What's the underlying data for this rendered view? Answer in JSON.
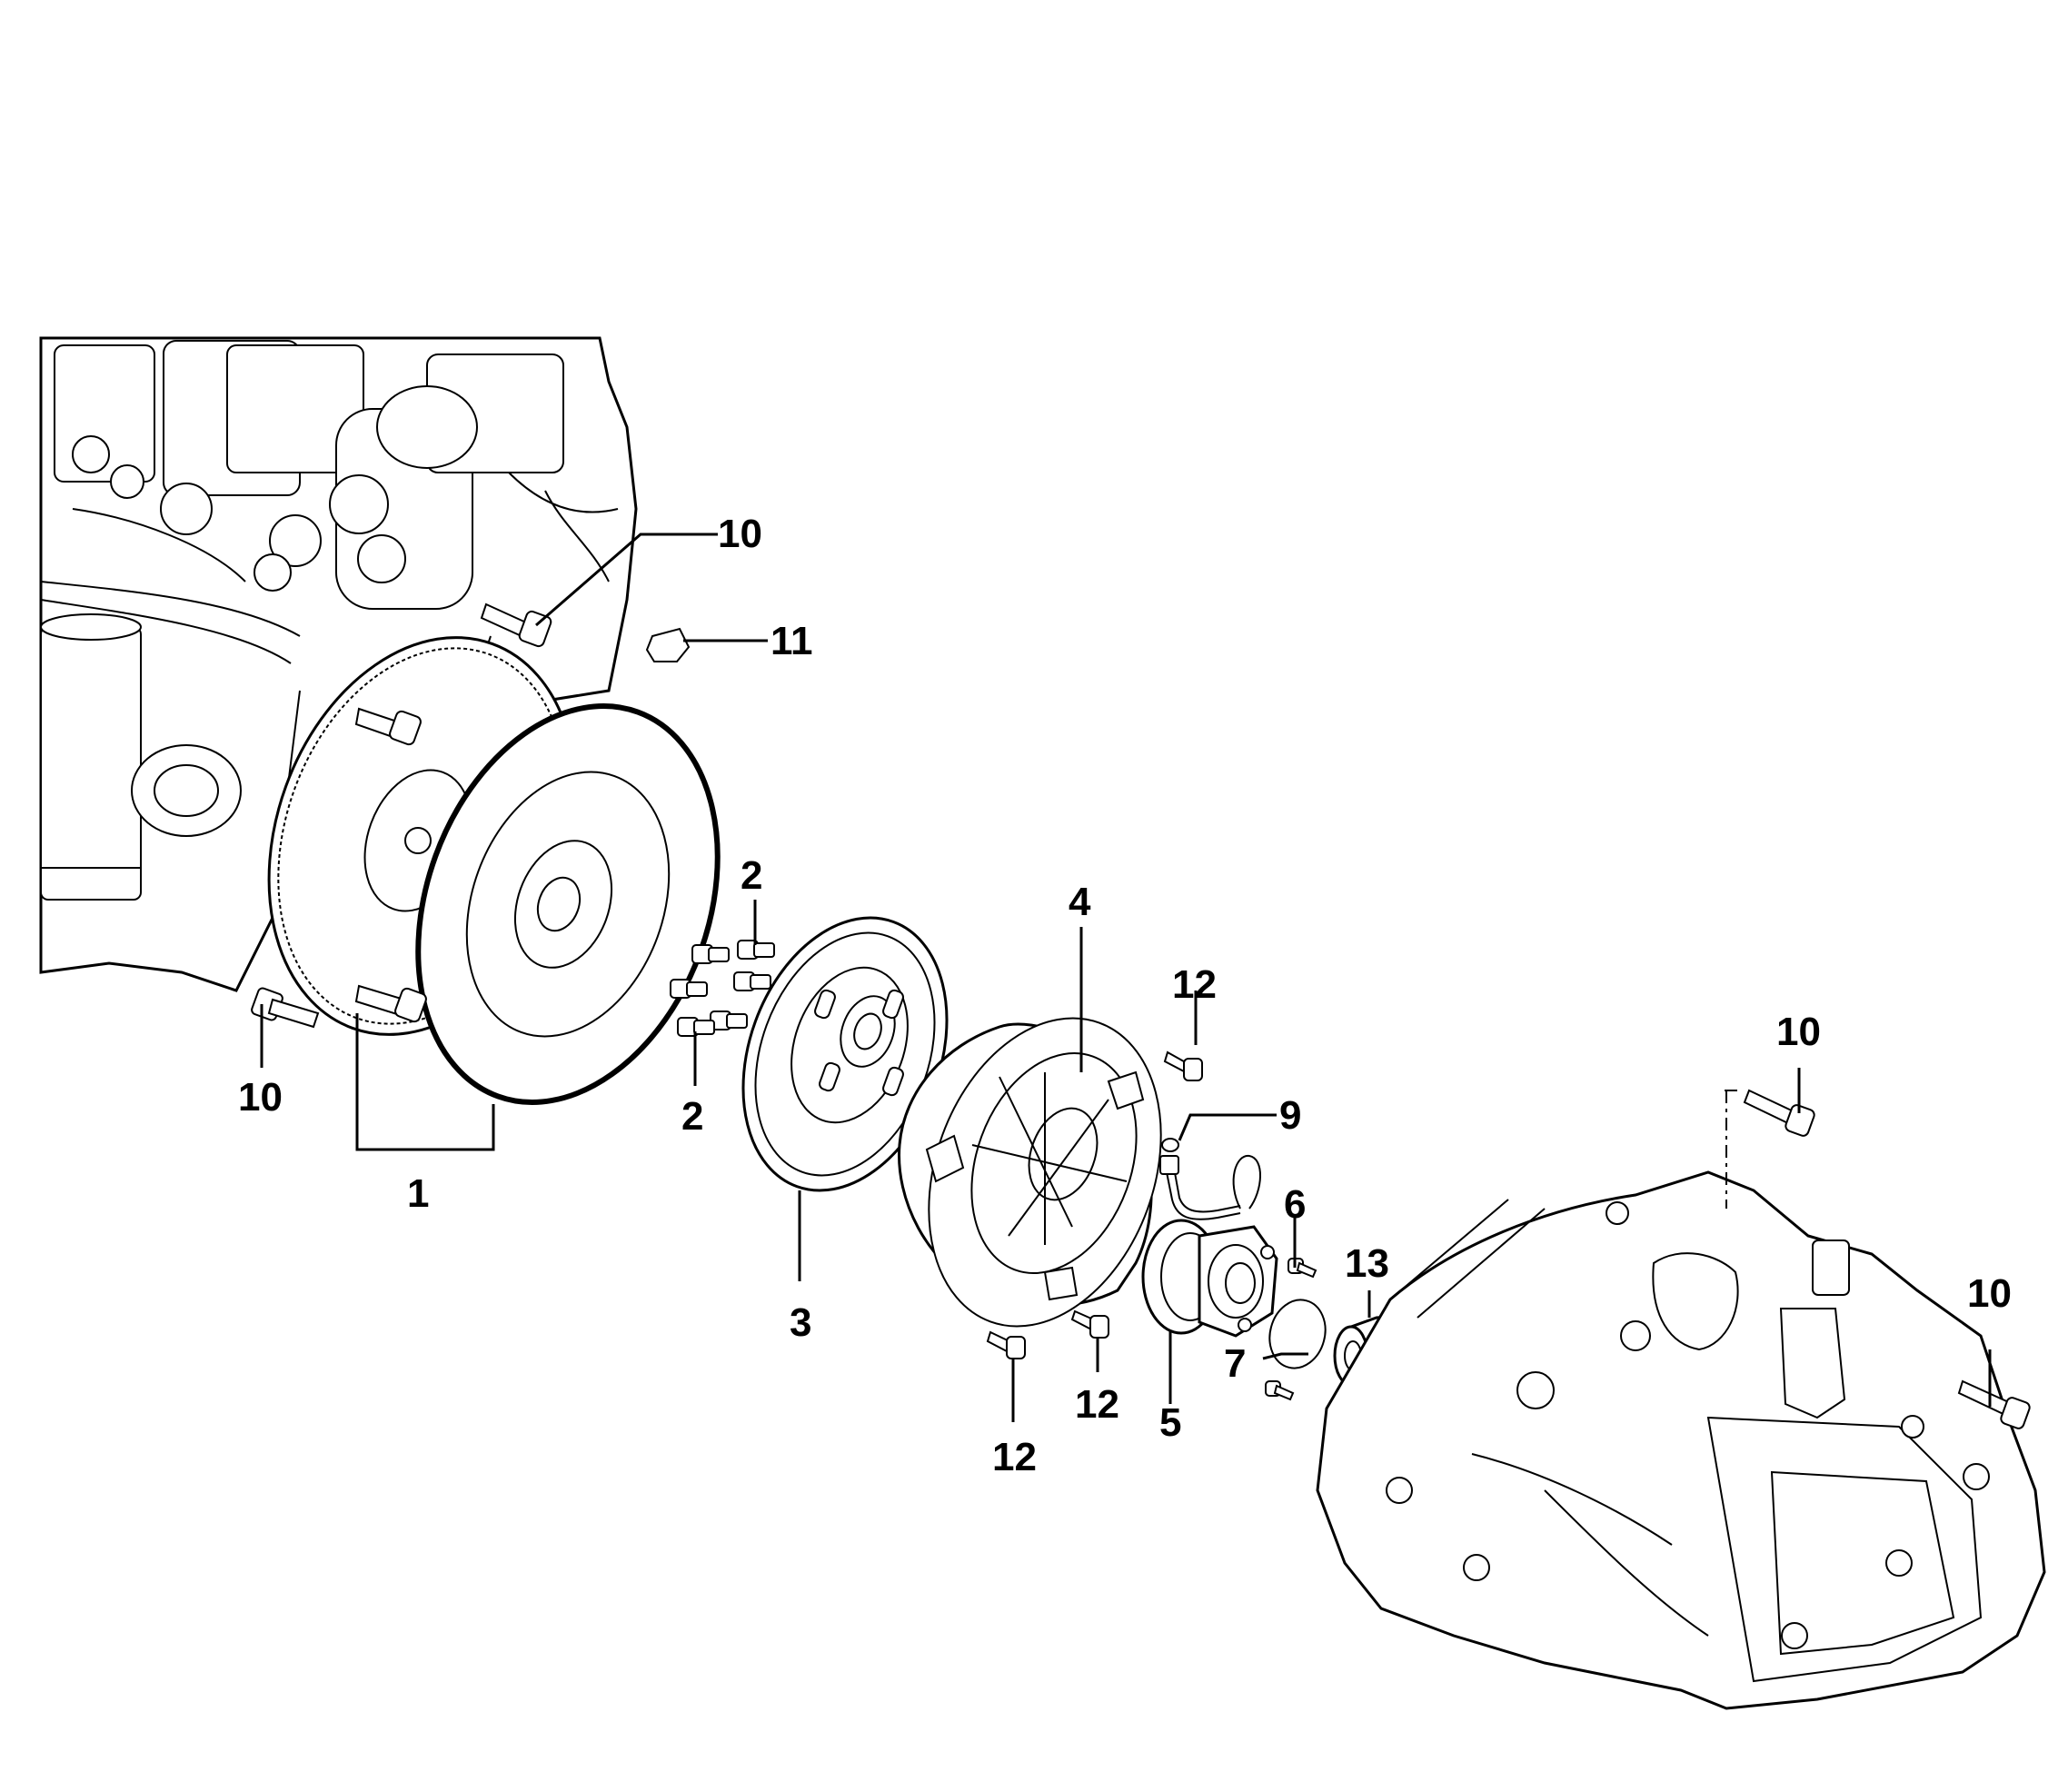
{
  "callouts": {
    "engine_bolt_top": "10",
    "plug": "11",
    "flywheel_bolts_upper": "2",
    "flywheel_bolts_lower": "2",
    "engine_bolt_bottom": "10",
    "flywheel_assembly": "1",
    "clutch_disc": "3",
    "pressure_plate": "4",
    "pressure_plate_bolt_top": "12",
    "pressure_plate_bolt_mid": "12",
    "pressure_plate_bolt_bottom": "12",
    "o_ring": "9",
    "slave_cylinder_bolt": "6",
    "seal": "7",
    "slave_cylinder": "5",
    "bearing": "13",
    "transmission_bolt_top": "10",
    "transmission_bolt_right": "10"
  }
}
